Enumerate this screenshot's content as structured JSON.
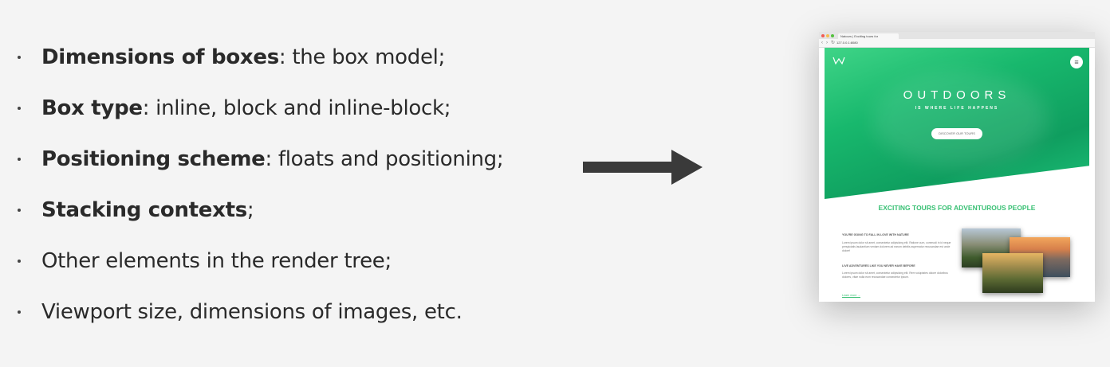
{
  "bullets": [
    {
      "bold": "Dimensions of boxes",
      "rest": ": the box model;"
    },
    {
      "bold": "Box type",
      "rest": ": inline, block and inline-block;"
    },
    {
      "bold": "Positioning scheme",
      "rest": ": floats and positioning;"
    },
    {
      "bold": "Stacking contexts",
      "rest": ";"
    },
    {
      "bold": "",
      "rest": "Other elements in the render tree;"
    },
    {
      "bold": "",
      "rest": "Viewport size, dimensions of images, etc."
    }
  ],
  "browser": {
    "tab_title": "Natours | Exciting tours for",
    "url": "127.0.0.1:8080"
  },
  "website": {
    "hero_title": "OUTDOORS",
    "hero_subtitle": "IS WHERE LIFE HAPPENS",
    "hero_button": "DISCOVER OUR TOURS",
    "section_title": "EXCITING TOURS FOR ADVENTUROUS PEOPLE",
    "feature1_title": "YOU'RE GOING TO FALL IN LOVE WITH NATURE",
    "feature1_text": "Lorem ipsum dolor sit amet, consectetur adipisicing elit. Ratione cum, commodi in id neque perspiciatis laudantium veniam dolorem ad earum debitis aspernatur recusandae est unde dolore!",
    "feature2_title": "LIVE ADVENTURES LIKE YOU NEVER HAVE BEFORE",
    "feature2_text": "Lorem ipsum dolor sit amet, consectetur adipisicing elit. Rem voluptates dolore doloribus dolores, vitae nulla eum recusandae consectetur ipsum.",
    "learn_more": "Learn more →"
  },
  "colors": {
    "accent": "#39c074",
    "hero_green": "#18b86d",
    "arrow": "#3a3a3a"
  }
}
